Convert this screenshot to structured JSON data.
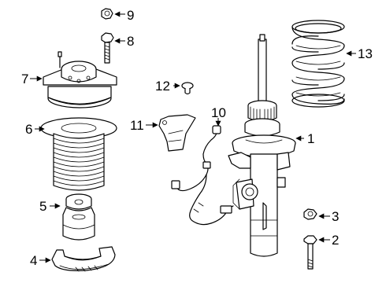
{
  "diagram": {
    "callouts": [
      {
        "id": "c9",
        "label": "9"
      },
      {
        "id": "c8",
        "label": "8"
      },
      {
        "id": "c7",
        "label": "7"
      },
      {
        "id": "c12",
        "label": "12"
      },
      {
        "id": "c13",
        "label": "13"
      },
      {
        "id": "c10",
        "label": "10"
      },
      {
        "id": "c6",
        "label": "6"
      },
      {
        "id": "c11",
        "label": "11"
      },
      {
        "id": "c1",
        "label": "1"
      },
      {
        "id": "c5",
        "label": "5"
      },
      {
        "id": "c3",
        "label": "3"
      },
      {
        "id": "c2",
        "label": "2"
      },
      {
        "id": "c4",
        "label": "4"
      }
    ]
  }
}
